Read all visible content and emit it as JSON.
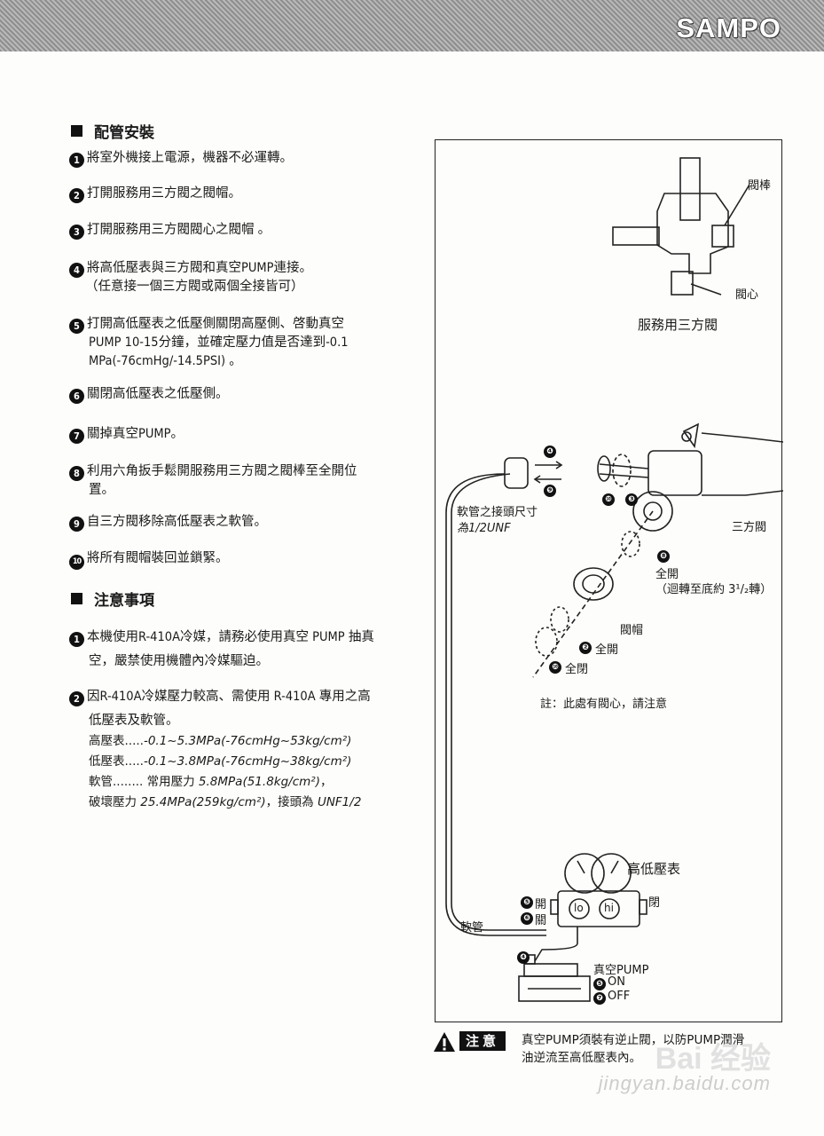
{
  "header": {
    "brand": "SAMPO"
  },
  "section1": {
    "title": "配管安裝",
    "steps": [
      {
        "n": "❶",
        "text": "將室外機接上電源，機器不必運轉。"
      },
      {
        "n": "❷",
        "text": "打開服務用三方閥之閥帽。"
      },
      {
        "n": "❸",
        "text": "打開服務用三方閥閥心之閥帽 。"
      },
      {
        "n": "❹",
        "text": "將高低壓表與三方閥和真空PUMP連接。",
        "text2": "（任意接一個三方閥或兩個全接皆可）"
      },
      {
        "n": "❺",
        "text": "打開高低壓表之低壓側關閉高壓側、啓動真空",
        "text2": "PUMP 10-15分鐘，並確定壓力值是否達到-0.1",
        "text3": "MPa(-76cmHg/-14.5PSI) 。"
      },
      {
        "n": "❻",
        "text": "關閉高低壓表之低壓側。"
      },
      {
        "n": "❼",
        "text": "關掉真空PUMP。"
      },
      {
        "n": "❽",
        "text": "利用六角扳手鬆開服務用三方閥之閥棒至全開位",
        "text2": "置。"
      },
      {
        "n": "❾",
        "text": "自三方閥移除高低壓表之軟管。"
      },
      {
        "n": "❿",
        "text": "將所有閥帽裝回並鎖緊。"
      }
    ]
  },
  "section2": {
    "title": "注意事項",
    "items": [
      {
        "n": "❶",
        "text": "本機使用R-410A冷媒，請務必使用真空 PUMP 抽真",
        "text2": "空，嚴禁使用機體內冷媒驅迫。"
      },
      {
        "n": "❷",
        "text": "因R-410A冷媒壓力較高、需使用 R-410A 專用之高",
        "text2": "低壓表及軟管。"
      }
    ],
    "specs": [
      {
        "label": "高壓表.....",
        "value": "-0.1~5.3MPa(-76cmHg~53kg/cm²)"
      },
      {
        "label": "低壓表.....",
        "value": "-0.1~3.8MPa(-76cmHg~38kg/cm²)"
      },
      {
        "label": "軟管........ 常用壓力 ",
        "value": "5.8MPa(51.8kg/cm²)",
        "suffix": "，"
      },
      {
        "label": "破壞壓力 ",
        "value": "25.4MPa(259kg/cm²)",
        "suffix": "，接頭為 ",
        "value2": "UNF1/2"
      }
    ]
  },
  "figure": {
    "valve_rod": "閥棒",
    "valve_core": "閥心",
    "service_valve": "服務用三方閥",
    "hose_size_1": "軟管之接頭尺寸",
    "hose_size_2": "為1/2UNF",
    "three_way": "三方閥",
    "full_open": "全開",
    "full_open_note": "（迴轉至底約 3¹/₂轉）",
    "valve_cap": "閥帽",
    "open_all": "全開",
    "close_all": "全閉",
    "note": "註：此處有閥心，請注意",
    "gauge": "高低壓表",
    "open": "開",
    "close": "關",
    "close2": "閉",
    "lo": "lo",
    "hi": "hi",
    "hose": "軟管",
    "pump": "真空PUMP",
    "on": "ON",
    "off": "OFF",
    "n4": "❹",
    "n9": "❾",
    "n10": "❿",
    "n3": "❸",
    "n8": "❽",
    "n2": "❷",
    "n5": "❺",
    "n6": "❻",
    "n7": "❼"
  },
  "caution": {
    "label": "注意",
    "line1": "真空PUMP須裝有逆止閥，以防PUMP潤滑",
    "line2": "油逆流至高低壓表內。"
  },
  "watermark": {
    "line1": "Bai 经验",
    "line2": "jingyan.baidu.com"
  }
}
